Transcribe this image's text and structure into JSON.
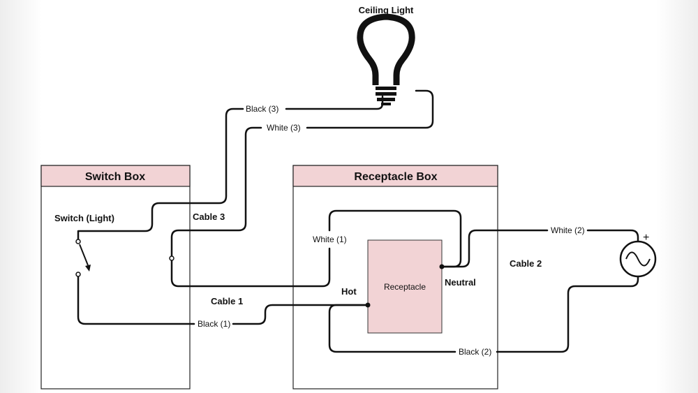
{
  "title": "Ceiling Light",
  "switch_box": {
    "title": "Switch Box",
    "switch_label": "Switch (Light)"
  },
  "receptacle_box": {
    "title": "Receptacle Box",
    "receptacle_label": "Receptacle",
    "hot_label": "Hot",
    "neutral_label": "Neutral"
  },
  "cables": {
    "cable1": "Cable 1",
    "cable2": "Cable 2",
    "cable3": "Cable 3"
  },
  "wires": {
    "black1": "Black (1)",
    "white1": "White (1)",
    "black2": "Black (2)",
    "white2": "White (2)",
    "black3": "Black (3)",
    "white3": "White (3)"
  },
  "source": {
    "plus_symbol": "+"
  },
  "colors": {
    "box_header": "#f2d3d5",
    "receptacle_fill": "#f2d3d5",
    "wire": "#111111"
  }
}
